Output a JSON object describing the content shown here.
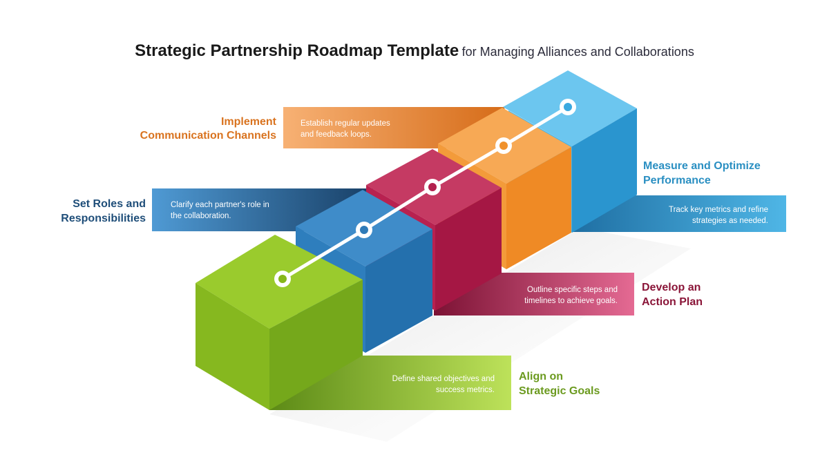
{
  "title": {
    "main": "Strategic Partnership Roadmap Template",
    "sub": "for Managing Alliances and Collaborations"
  },
  "colors": {
    "green": "#86b71a",
    "blue": "#2f7bb8",
    "crimson": "#b3204e",
    "orange": "#f0922d",
    "sky": "#3aa9e0",
    "green_label": "#6b9a1f",
    "blue_label": "#1f4e79",
    "crimson_label": "#8a1538",
    "orange_label": "#d9731f",
    "sky_label": "#2a8fc2"
  },
  "steps": [
    {
      "id": "align",
      "heading_line1": "Align on",
      "heading_line2": "Strategic Goals",
      "desc_line1": "Define shared objectives and",
      "desc_line2": "success metrics."
    },
    {
      "id": "roles",
      "heading_line1": "Set Roles and",
      "heading_line2": "Responsibilities",
      "desc_line1": "Clarify each partner's role in",
      "desc_line2": "the collaboration."
    },
    {
      "id": "action",
      "heading_line1": "Develop an",
      "heading_line2": "Action Plan",
      "desc_line1": "Outline specific steps and",
      "desc_line2": "timelines to achieve goals."
    },
    {
      "id": "communication",
      "heading_line1": "Implement",
      "heading_line2": "Communication Channels",
      "desc_line1": "Establish regular updates",
      "desc_line2": "and feedback loops."
    },
    {
      "id": "measure",
      "heading_line1": "Measure and Optimize",
      "heading_line2": "Performance",
      "desc_line1": "Track key metrics and refine",
      "desc_line2": "strategies as needed."
    }
  ]
}
